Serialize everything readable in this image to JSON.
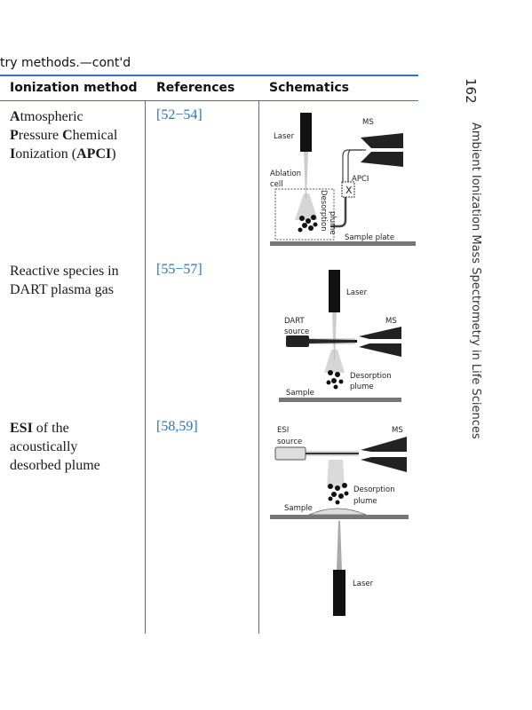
{
  "table": {
    "caption": "try methods.—cont'd",
    "headers": {
      "method": "Ionization method",
      "references": "References",
      "schematics": "Schematics"
    },
    "rows": [
      {
        "method_parts": [
          {
            "b": "A",
            "t": "tmospheric"
          },
          {
            "b": "P",
            "t": "ressure "
          },
          {
            "b": "C",
            "t": "hemical"
          },
          {
            "b": "I",
            "t": "onization ("
          },
          {
            "b": "APCI",
            "t": ")"
          }
        ],
        "references": "[52−54]",
        "schematic": {
          "laser": "Laser",
          "ms": "MS",
          "ablation": "Ablation",
          "cell": "cell",
          "apci": "APCI",
          "x": "X",
          "desorption": "Desorption",
          "plume": "plume",
          "sample_plate": "Sample plate"
        }
      },
      {
        "method_line1": "Reactive species in",
        "method_line2": "DART plasma gas",
        "references": "[55−57]",
        "schematic": {
          "laser": "Laser",
          "dart": "DART",
          "source": "source",
          "ms": "MS",
          "desorption": "Desorption",
          "plume": "plume",
          "sample": "Sample"
        }
      },
      {
        "method_bold": "ESI",
        "method_rest1": " of the",
        "method_line2": "acoustically",
        "method_line3": "desorbed plume",
        "references": "[58,59]",
        "schematic": {
          "esi": "ESI",
          "source": "source",
          "ms": "MS",
          "desorption": "Desorption",
          "plume": "plume",
          "sample": "Sample",
          "laser": "Laser"
        }
      }
    ]
  },
  "sidebar": {
    "page_number": "162",
    "running_title": "Ambient Ionization Mass Spectrometry in Life Sciences"
  }
}
